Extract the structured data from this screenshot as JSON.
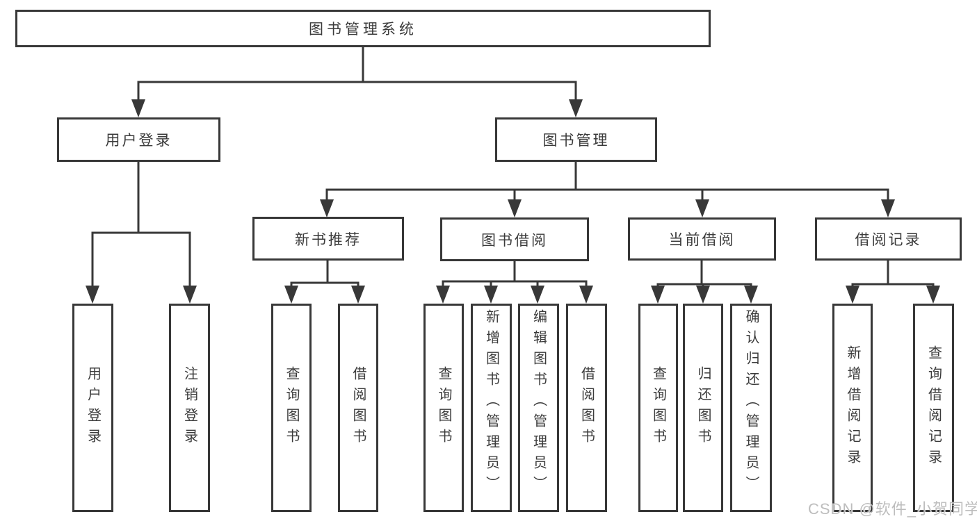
{
  "title": "图书管理系统",
  "branches": {
    "user_login": {
      "label": "用户登录",
      "leaves": [
        "用户登录",
        "注销登录"
      ]
    },
    "book_management": {
      "label": "图书管理",
      "sections": [
        {
          "label": "新书推荐",
          "leaves": [
            "查询图书",
            "借阅图书"
          ]
        },
        {
          "label": "图书借阅",
          "leaves": [
            "查询图书",
            "新增图书（管理员）",
            "编辑图书（管理员）",
            "借阅图书"
          ]
        },
        {
          "label": "当前借阅",
          "leaves": [
            "查询图书",
            "归还图书",
            "确认归还（管理员）"
          ]
        },
        {
          "label": "借阅记录",
          "leaves": [
            "新增借阅记录",
            "查询借阅记录"
          ]
        }
      ]
    }
  },
  "watermark": "CSDN @软件_小贺同学",
  "colors": {
    "line": "#383838",
    "text": "#3b3b3b",
    "background": "#ffffff",
    "watermark": "#bdbdbd"
  }
}
